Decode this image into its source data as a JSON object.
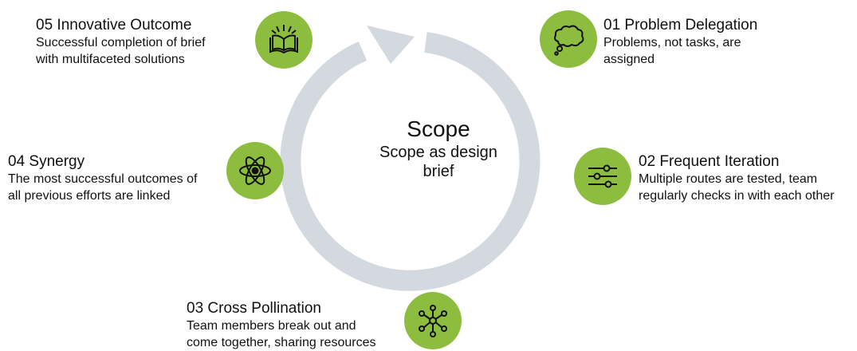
{
  "center": {
    "title": "Scope",
    "subtitle_line1": "Scope as design",
    "subtitle_line2": "brief"
  },
  "steps": [
    {
      "title": "01 Problem Delegation",
      "desc_line1": "Problems, not tasks, are",
      "desc_line2": "assigned",
      "icon": "thought-cloud-icon"
    },
    {
      "title": "02 Frequent Iteration",
      "desc_line1": "Multiple routes are tested, team",
      "desc_line2": "regularly checks in with each other",
      "icon": "sliders-icon"
    },
    {
      "title": "03 Cross Pollination",
      "desc_line1": "Team members break out and",
      "desc_line2": "come together, sharing resources",
      "icon": "network-icon"
    },
    {
      "title": "04 Synergy",
      "desc_line1": "The most successful outcomes of",
      "desc_line2": "all previous efforts are linked",
      "icon": "atom-icon"
    },
    {
      "title": "05 Innovative Outcome",
      "desc_line1": "Successful completion of brief",
      "desc_line2": "with multifaceted solutions",
      "icon": "open-book-sparkle-icon"
    }
  ],
  "colors": {
    "accent": "#8cbd3f",
    "ring": "#d3d9de",
    "text": "#111111"
  }
}
